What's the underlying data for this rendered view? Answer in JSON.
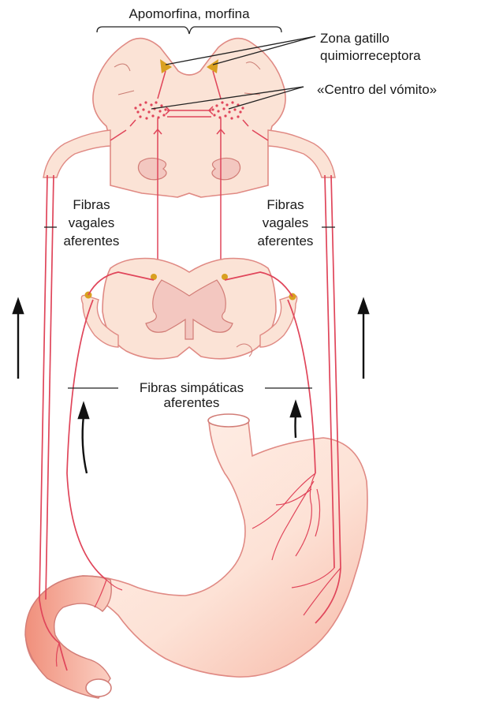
{
  "labels": {
    "drugs": "Apomorfina, morfina",
    "trigger_zone_line1": "Zona gatillo",
    "trigger_zone_line2": "quimiorreceptora",
    "vomit_center": "«Centro del vómito»",
    "vagal_left_1": "Fibras",
    "vagal_left_2": "vagales",
    "vagal_left_3": "aferentes",
    "vagal_right_1": "Fibras",
    "vagal_right_2": "vagales",
    "vagal_right_3": "aferentes",
    "sympathetic_1": "Fibras simpáticas",
    "sympathetic_2": "aferentes"
  },
  "colors": {
    "nerve": "#e0455a",
    "tissue_fill": "#fbe3d6",
    "tissue_stroke": "#e08a84",
    "trigger_zone": "#d9a020",
    "ganglion": "#d9a020",
    "arrow": "#111111",
    "stomach_fill": "#fbd9cc",
    "intestine_fill": "#f4a593"
  }
}
